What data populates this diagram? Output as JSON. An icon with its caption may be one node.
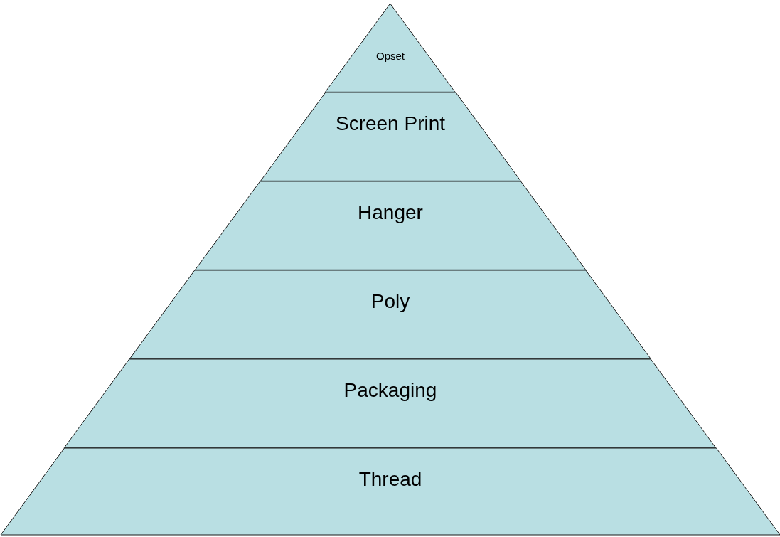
{
  "diagram": {
    "nodes": [
      {
        "text": [
          "Opset"
        ]
      },
      {
        "text": [
          "Screen Print"
        ]
      },
      {
        "text": [
          "Hanger"
        ]
      },
      {
        "text": [
          "Poly"
        ]
      },
      {
        "text": [
          "Packaging"
        ]
      },
      {
        "text": [
          "Thread"
        ]
      }
    ]
  }
}
